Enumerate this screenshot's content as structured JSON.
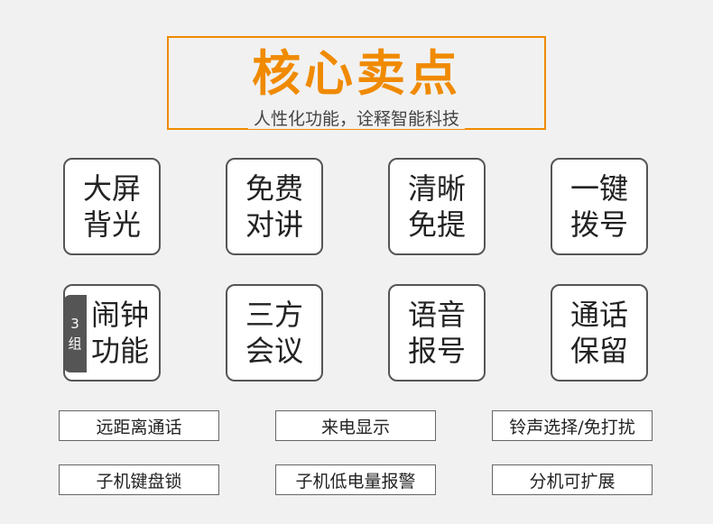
{
  "header": {
    "title": "核心卖点",
    "subtitle": "人性化功能，诠释智能科技"
  },
  "features": [
    {
      "line1": "大屏",
      "line2": "背光"
    },
    {
      "line1": "免费",
      "line2": "对讲"
    },
    {
      "line1": "清晰",
      "line2": "免提"
    },
    {
      "line1": "一键",
      "line2": "拨号"
    },
    {
      "line1": "闹钟",
      "line2": "功能",
      "badge": [
        "3",
        "组"
      ]
    },
    {
      "line1": "三方",
      "line2": "会议"
    },
    {
      "line1": "语音",
      "line2": "报号"
    },
    {
      "line1": "通话",
      "line2": "保留"
    }
  ],
  "pills": [
    "远距离通话",
    "来电显示",
    "铃声选择/免打扰",
    "子机键盘锁",
    "子机低电量报警",
    "分机可扩展"
  ],
  "colors": {
    "accent": "#f08a00",
    "border": "#555555"
  }
}
